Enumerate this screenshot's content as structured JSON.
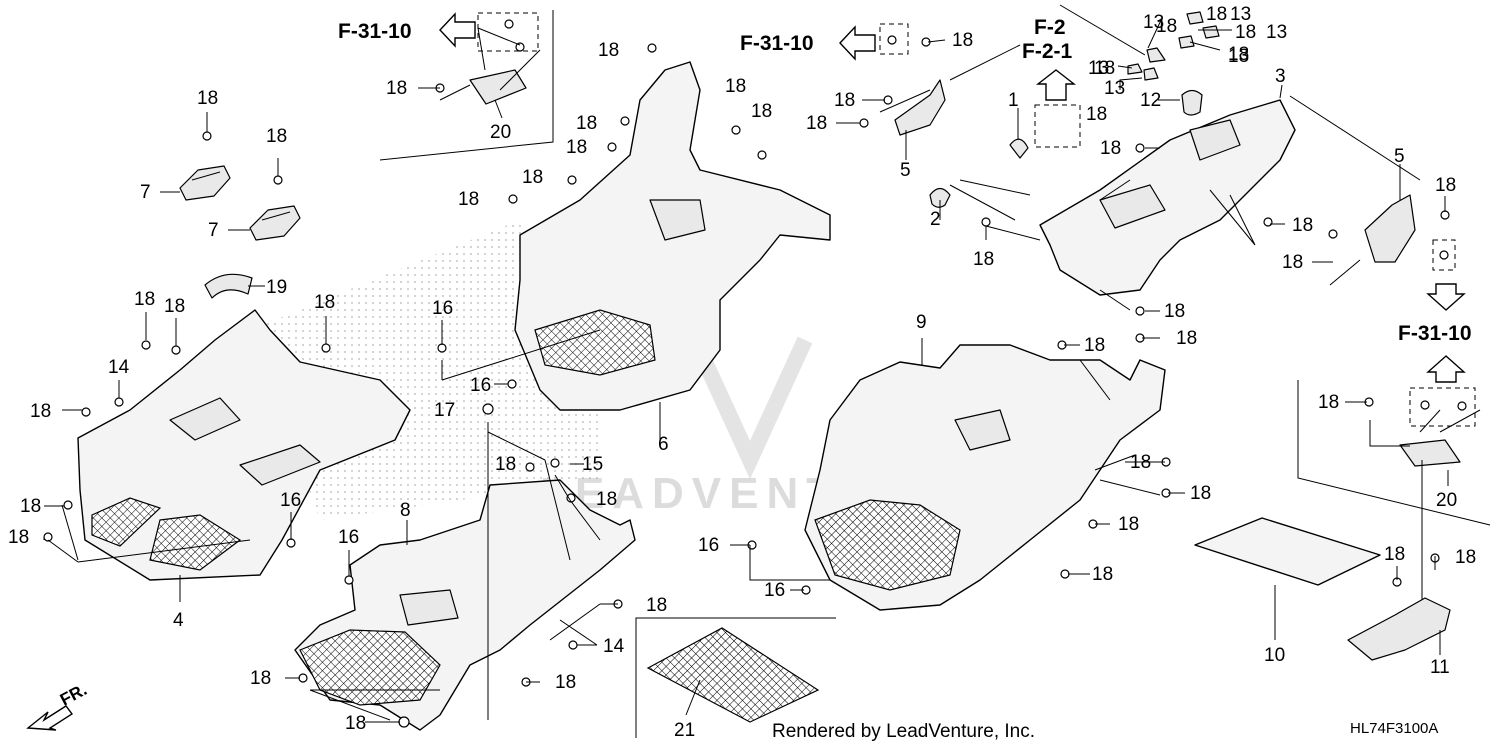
{
  "references": {
    "top_left": "F-31-10",
    "top_middle": "F-31-10",
    "top_f2": "F-2",
    "top_f21": "F-2-1",
    "right": "F-31-10"
  },
  "callouts": [
    "18",
    "18",
    "18",
    "18",
    "18",
    "18",
    "18",
    "18",
    "18",
    "18",
    "18",
    "18",
    "18",
    "18",
    "18",
    "18",
    "18",
    "18",
    "18",
    "18",
    "18",
    "18",
    "18",
    "18",
    "18",
    "18",
    "18",
    "18",
    "18",
    "18",
    "18",
    "18",
    "18",
    "18",
    "18",
    "18",
    "18",
    "18",
    "18",
    "18",
    "18",
    "18",
    "18",
    "18",
    "18",
    "18",
    "20",
    "20",
    "7",
    "7",
    "19",
    "14",
    "14",
    "4",
    "16",
    "16",
    "16",
    "16",
    "16",
    "16",
    "17",
    "15",
    "8",
    "6",
    "5",
    "5",
    "1",
    "2",
    "12",
    "3",
    "9",
    "10",
    "11",
    "21",
    "13",
    "13",
    "13",
    "13",
    "13",
    "13"
  ],
  "front_label": "FR.",
  "watermark": "LEADVENTURE",
  "footer": {
    "rendered_by": "Rendered by LeadVenture, Inc.",
    "diagram_code": "HL74F3100A"
  }
}
